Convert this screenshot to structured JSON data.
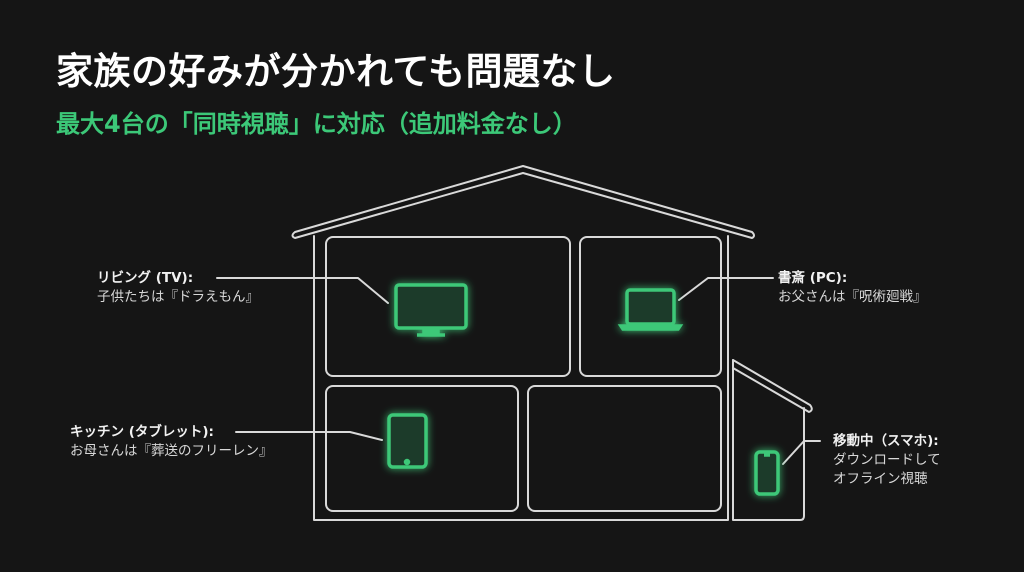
{
  "slide": {
    "title": "家族の好みが分かれても問題なし",
    "subtitle": "最大4台の「同時視聴」に対応（追加料金なし）",
    "colors": {
      "background": "#151515",
      "accent": "#3cc878",
      "line": "#d9d9d9",
      "text": "#ffffff"
    }
  },
  "devices": [
    {
      "room": "リビング (TV):",
      "desc": "子供たちは『ドラえもん』",
      "icon": "tv-icon"
    },
    {
      "room": "書斎 (PC):",
      "desc": "お父さんは『呪術廻戦』",
      "icon": "laptop-icon"
    },
    {
      "room": "キッチン (タブレット):",
      "desc": "お母さんは『葬送のフリーレン』",
      "icon": "tablet-icon"
    },
    {
      "room": "移動中（スマホ):",
      "desc_lines": [
        "ダウンロードして",
        "オフライン視聴"
      ],
      "icon": "smartphone-icon"
    }
  ]
}
